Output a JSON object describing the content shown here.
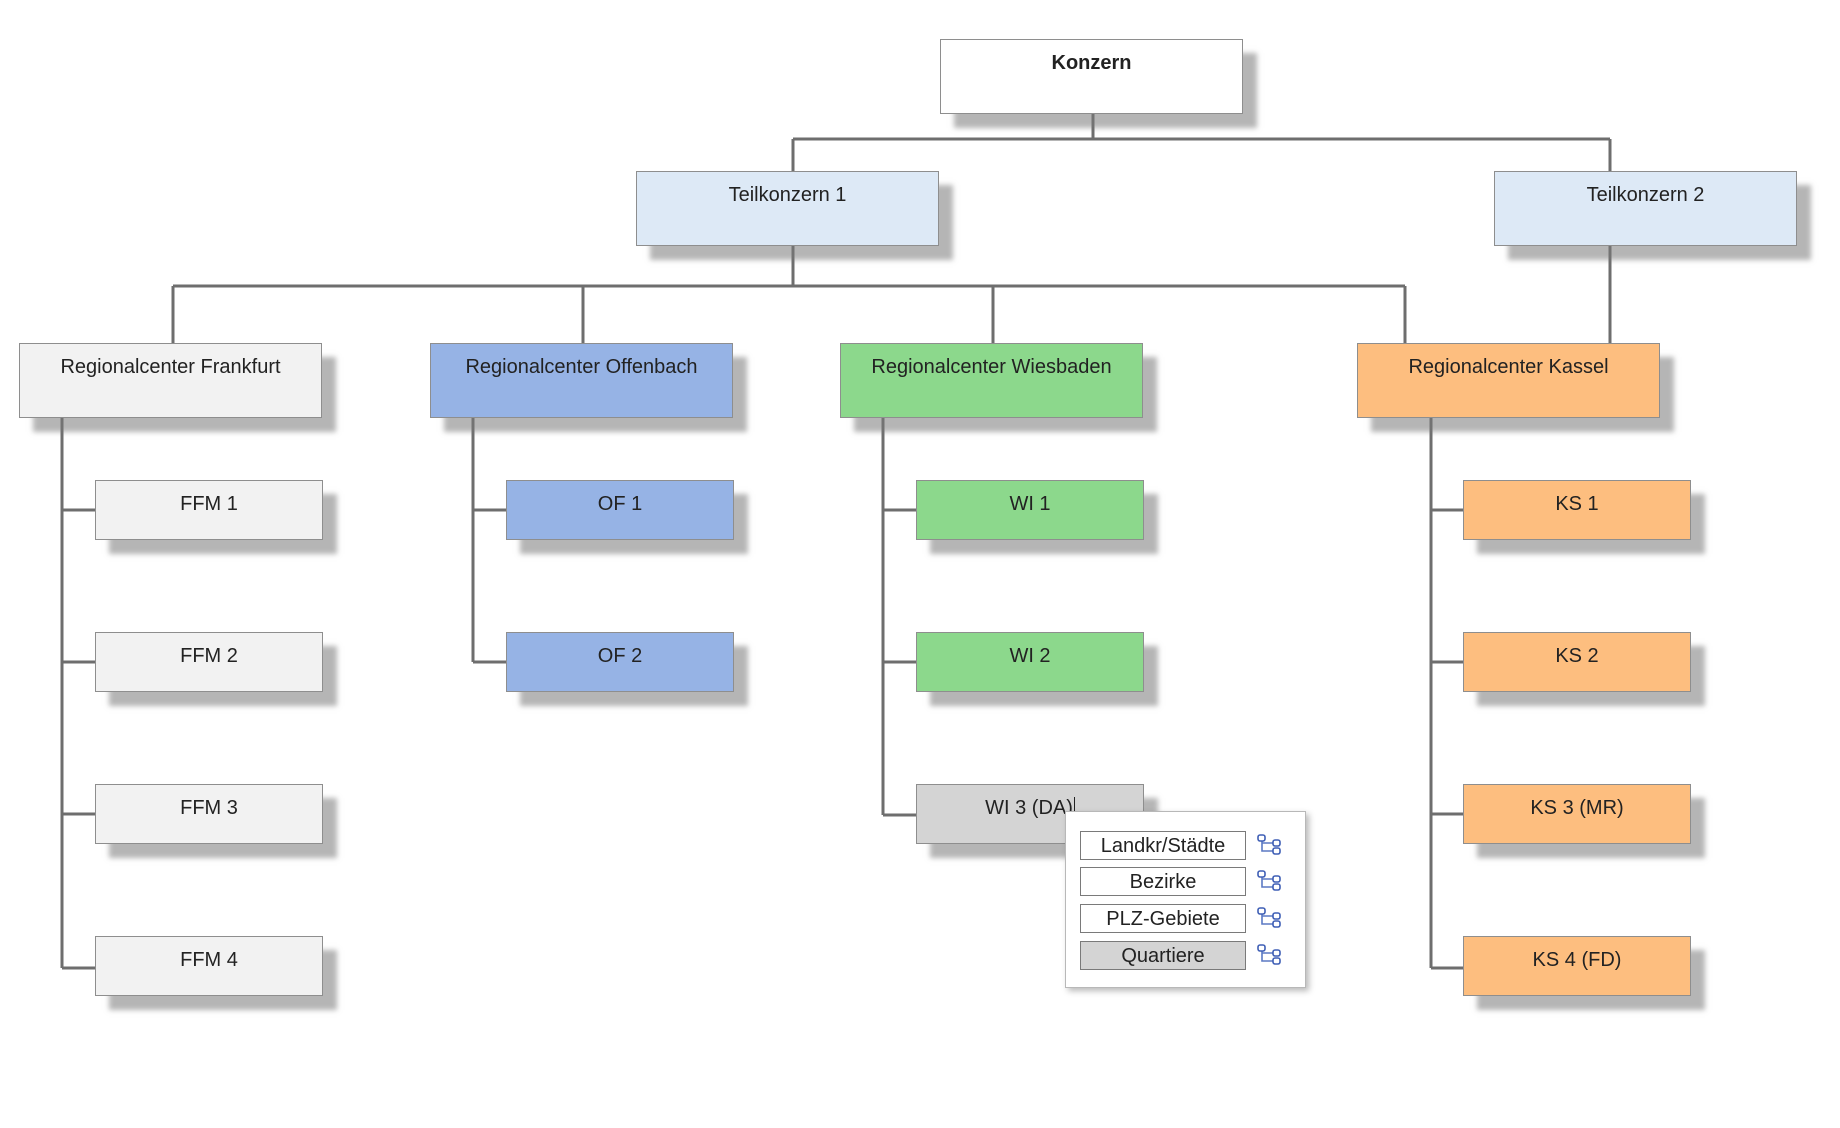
{
  "diagram": {
    "connector_color": "#6e6e6e",
    "nodes": [
      {
        "id": "konzern",
        "label": "Konzern",
        "color": "#ffffff",
        "bold": true
      },
      {
        "id": "teilkonzern-1",
        "label": "Teilkonzern 1",
        "color": "#dde9f6"
      },
      {
        "id": "teilkonzern-2",
        "label": "Teilkonzern 2",
        "color": "#dde9f6"
      },
      {
        "id": "rc-frankfurt",
        "label": "Regionalcenter Frankfurt",
        "color": "#f2f2f2"
      },
      {
        "id": "rc-offenbach",
        "label": "Regionalcenter Offenbach",
        "color": "#96b3e5"
      },
      {
        "id": "rc-wiesbaden",
        "label": "Regionalcenter Wiesbaden",
        "color": "#8cd88c"
      },
      {
        "id": "rc-kassel",
        "label": "Regionalcenter Kassel",
        "color": "#fdbe7f"
      },
      {
        "id": "ffm-1",
        "label": "FFM 1",
        "color": "#f2f2f2"
      },
      {
        "id": "ffm-2",
        "label": "FFM 2",
        "color": "#f2f2f2"
      },
      {
        "id": "ffm-3",
        "label": "FFM 3",
        "color": "#f2f2f2"
      },
      {
        "id": "ffm-4",
        "label": "FFM 4",
        "color": "#f2f2f2"
      },
      {
        "id": "of-1",
        "label": "OF 1",
        "color": "#96b3e5"
      },
      {
        "id": "of-2",
        "label": "OF 2",
        "color": "#96b3e5"
      },
      {
        "id": "wi-1",
        "label": "WI 1",
        "color": "#8cd88c"
      },
      {
        "id": "wi-2",
        "label": "WI 2",
        "color": "#8cd88c"
      },
      {
        "id": "wi-3",
        "label": "WI 3 (DA)",
        "color": "#d4d4d4",
        "editing": true
      },
      {
        "id": "ks-1",
        "label": "KS 1",
        "color": "#fdbe7f"
      },
      {
        "id": "ks-2",
        "label": "KS 2",
        "color": "#fdbe7f"
      },
      {
        "id": "ks-3",
        "label": "KS 3 (MR)",
        "color": "#fdbe7f"
      },
      {
        "id": "ks-4",
        "label": "KS 4 (FD)",
        "color": "#fdbe7f"
      }
    ]
  },
  "popup": {
    "items": [
      {
        "label": "Landkr/Städte",
        "icon": "hierarchy-icon",
        "active": false
      },
      {
        "label": "Bezirke",
        "icon": "hierarchy-icon",
        "active": false
      },
      {
        "label": "PLZ-Gebiete",
        "icon": "hierarchy-icon",
        "active": false
      },
      {
        "label": "Quartiere",
        "icon": "hierarchy-icon",
        "active": true
      }
    ]
  }
}
